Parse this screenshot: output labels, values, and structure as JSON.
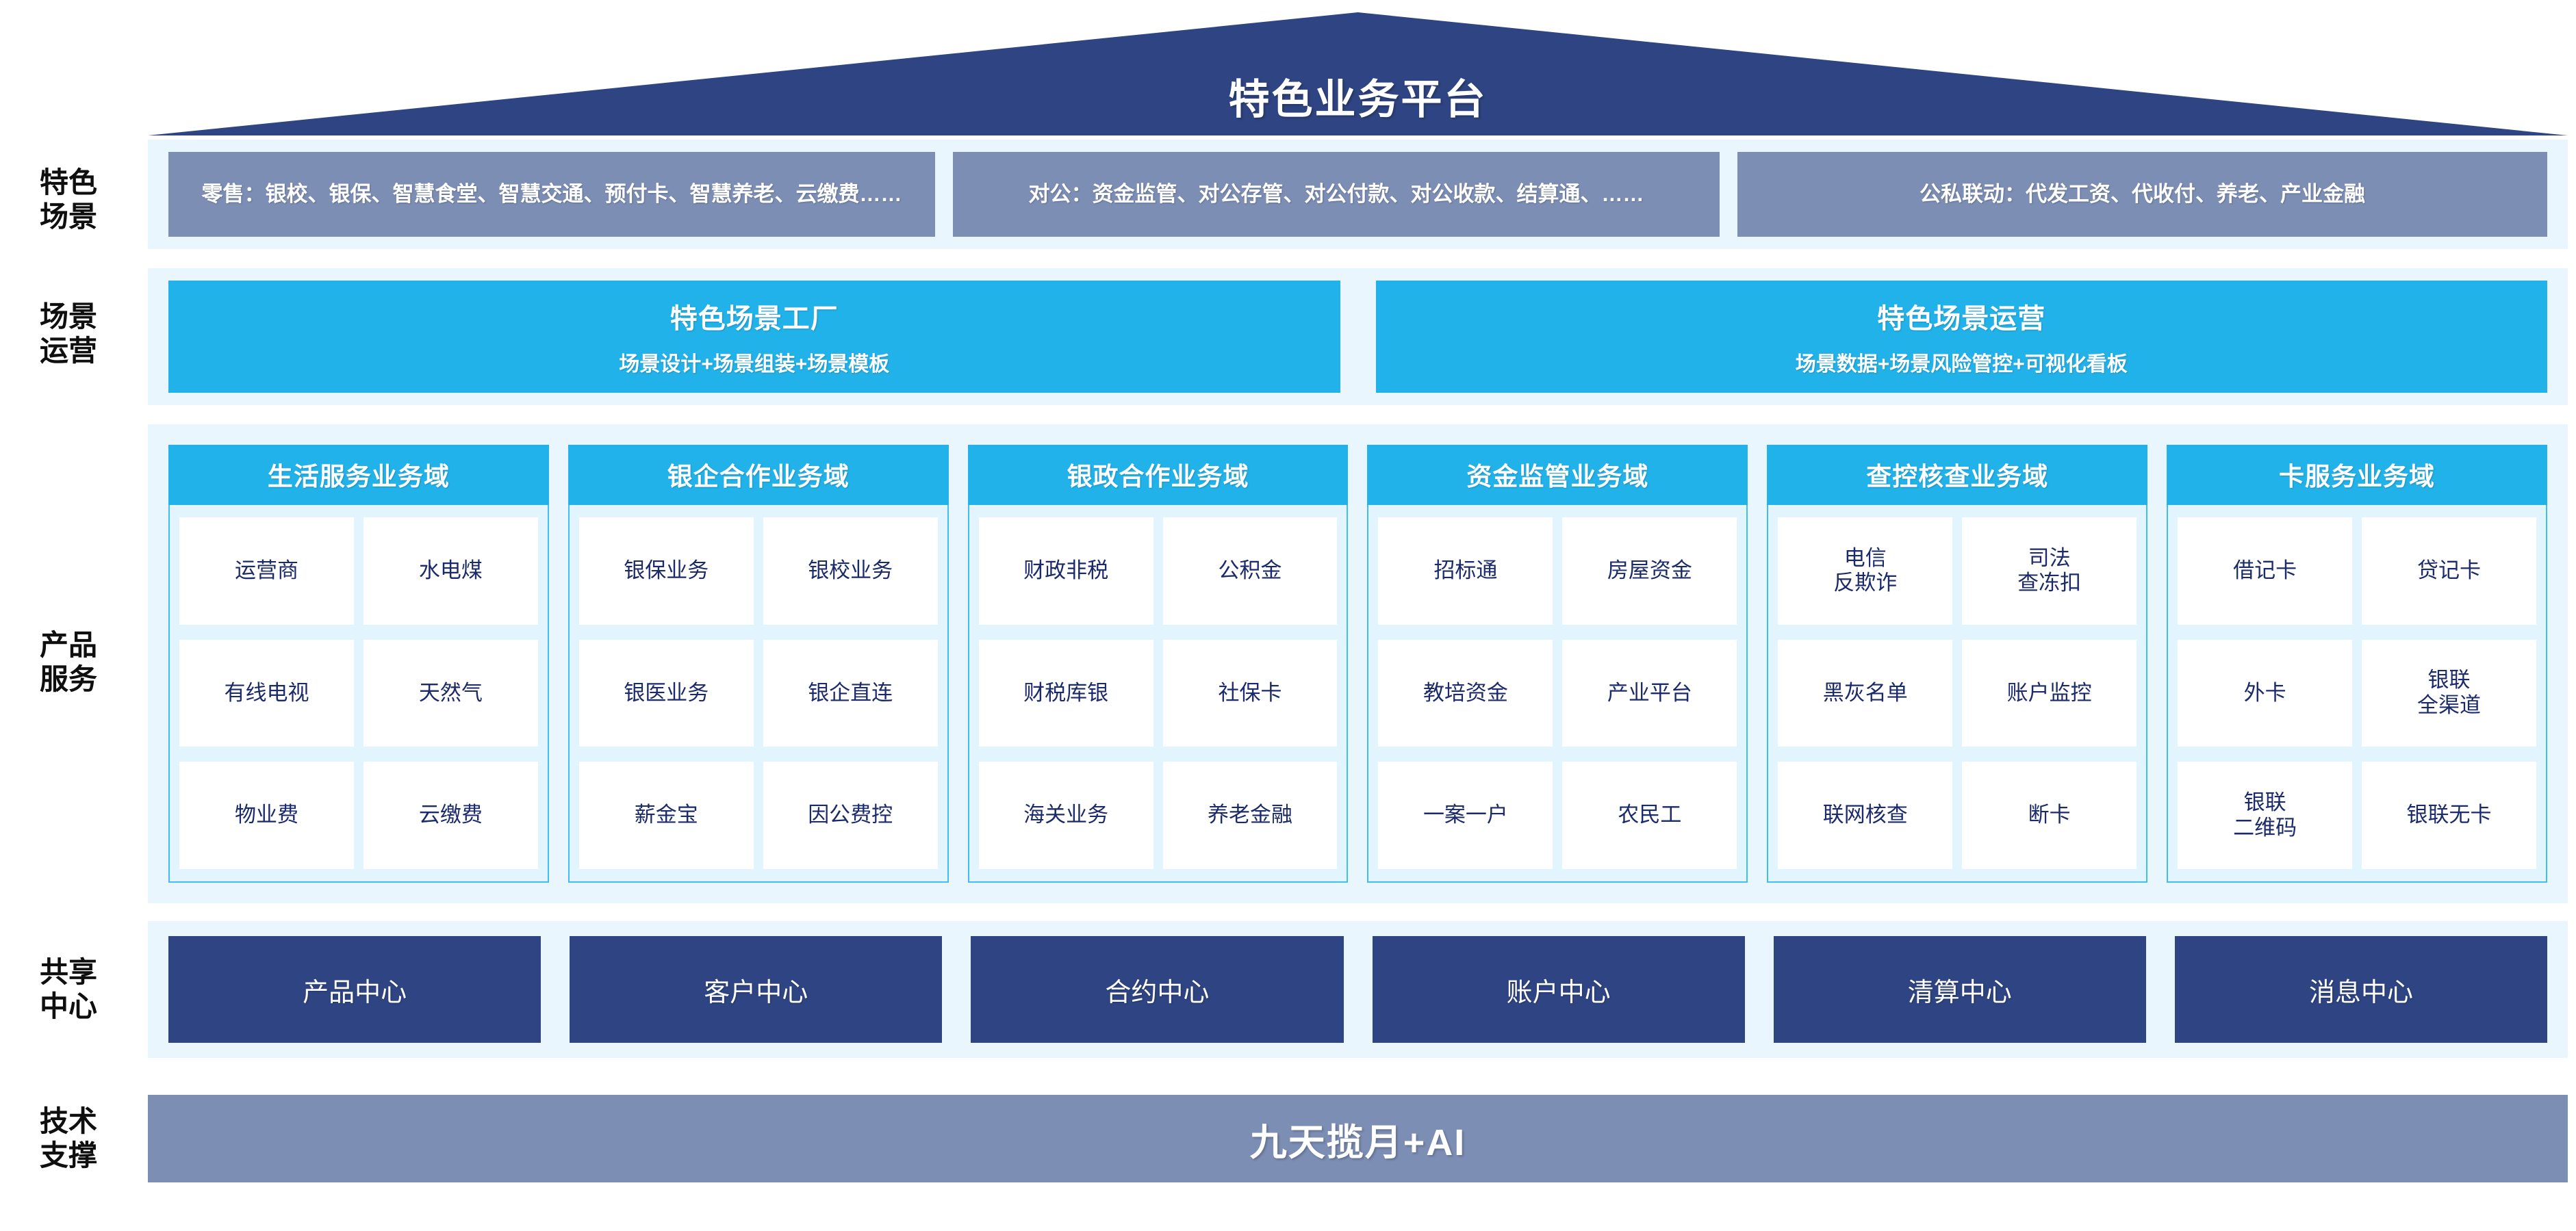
{
  "title": "特色业务平台",
  "row_labels": {
    "scenario": "特色\n场景",
    "operation": "场景\n运营",
    "products": "产品\n服务",
    "shared": "共享\n中心",
    "tech": "技术\n支撑"
  },
  "scenarios": [
    {
      "name": "retail",
      "text": "零售：银校、银保、智慧食堂、智慧交通、预付卡、智慧养老、云缴费……"
    },
    {
      "name": "corporate",
      "text": "对公：资金监管、对公存管、对公付款、对公收款、结算通、……"
    },
    {
      "name": "linkage",
      "text": "公私联动：代发工资、代收付、养老、产业金融"
    }
  ],
  "operations": [
    {
      "title": "特色场景工厂",
      "sub": "场景设计+场景组装+场景模板"
    },
    {
      "title": "特色场景运营",
      "sub": "场景数据+场景风险管控+可视化看板"
    }
  ],
  "domains": [
    {
      "title": "生活服务业务域",
      "items": [
        "运营商",
        "水电煤",
        "有线电视",
        "天然气",
        "物业费",
        "云缴费"
      ]
    },
    {
      "title": "银企合作业务域",
      "items": [
        "银保业务",
        "银校业务",
        "银医业务",
        "银企直连",
        "薪金宝",
        "因公费控"
      ]
    },
    {
      "title": "银政合作业务域",
      "items": [
        "财政非税",
        "公积金",
        "财税库银",
        "社保卡",
        "海关业务",
        "养老金融"
      ]
    },
    {
      "title": "资金监管业务域",
      "items": [
        "招标通",
        "房屋资金",
        "教培资金",
        "产业平台",
        "一案一户",
        "农民工"
      ]
    },
    {
      "title": "查控核查业务域",
      "items": [
        "电信\n反欺诈",
        "司法\n查冻扣",
        "黑灰名单",
        "账户监控",
        "联网核查",
        "断卡"
      ]
    },
    {
      "title": "卡服务业务域",
      "items": [
        "借记卡",
        "贷记卡",
        "外卡",
        "银联\n全渠道",
        "银联\n二维码",
        "银联无卡"
      ]
    }
  ],
  "shared_centers": [
    "产品中心",
    "客户中心",
    "合约中心",
    "账户中心",
    "清算中心",
    "消息中心"
  ],
  "tech_support": "九天揽月+AI",
  "colors": {
    "navy": "#2F4583",
    "slate": "#7D8EB5",
    "cyan": "#22B2EA",
    "panel": "#E9F6FD",
    "item_text": "#1B2A6B"
  }
}
